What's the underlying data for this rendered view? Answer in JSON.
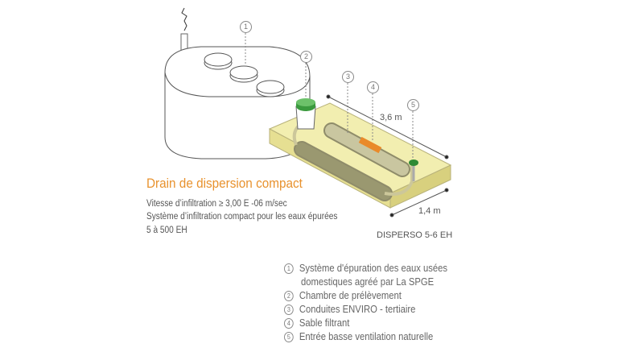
{
  "title": "Drain de dispersion compact",
  "info": [
    "Vitesse d’infiltration ≥ 3,00 E -06 m/sec",
    "Système d’infiltration compact pour les eaux épurées",
    "5 à 500 EH"
  ],
  "dimensions": {
    "length": "3,6 m",
    "width": "1,4 m"
  },
  "model": "DISPERSO 5-6 EH",
  "callouts": [
    "1",
    "2",
    "3",
    "4",
    "5"
  ],
  "legend": [
    {
      "num": "1",
      "text": "Système d'épuration des eaux usées",
      "text2": "domestiques agréé par La SPGE"
    },
    {
      "num": "2",
      "text": "Chambre de prélèvement"
    },
    {
      "num": "3",
      "text": "Conduites ENVIRO - tertiaire"
    },
    {
      "num": "4",
      "text": "Sable filtrant"
    },
    {
      "num": "5",
      "text": "Entrée basse ventilation naturelle"
    }
  ],
  "colors": {
    "accent": "#e8922e",
    "sand": "#efeaa6",
    "chamber": "#3a9a3e"
  }
}
